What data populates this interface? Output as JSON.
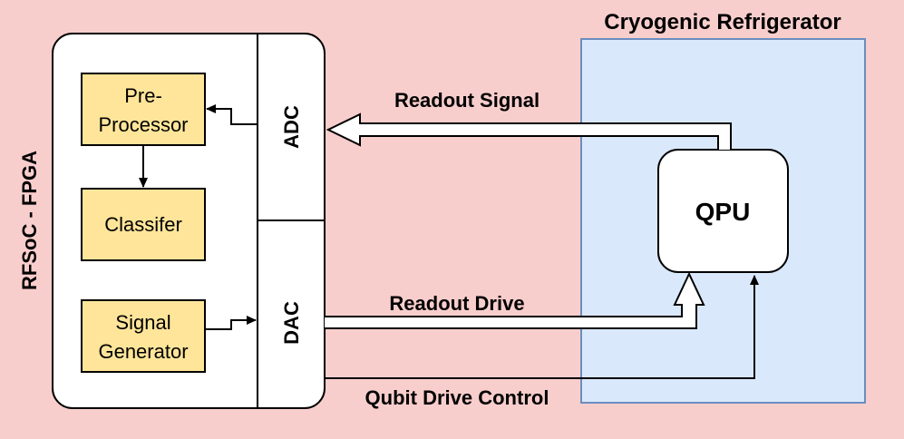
{
  "fpga": {
    "side_label": "RFSoC - FPGA",
    "adc_label": "ADC",
    "dac_label": "DAC",
    "preprocessor": {
      "line1": "Pre-",
      "line2": "Processor"
    },
    "classifier": "Classifer",
    "signal_generator": {
      "line1": "Signal",
      "line2": "Generator"
    }
  },
  "fridge": {
    "title": "Cryogenic Refrigerator",
    "qpu_label": "QPU"
  },
  "connections": {
    "readout_signal": "Readout Signal",
    "readout_drive": "Readout Drive",
    "qubit_drive_control": "Qubit Drive Control"
  },
  "colors": {
    "background": "#f8cecc",
    "fridge_fill": "#dae8fc",
    "fridge_stroke": "#6c8ebf",
    "block_fill": "#ffe599",
    "block_stroke": "#000000",
    "fpga_fill": "#ffffff"
  }
}
